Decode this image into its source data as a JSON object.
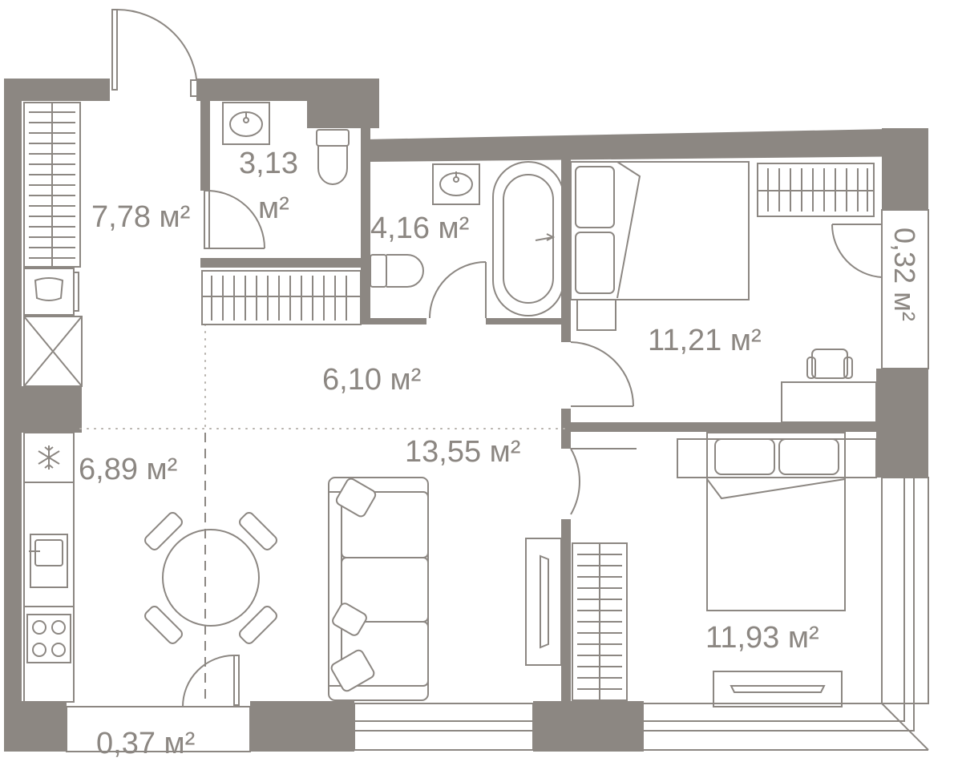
{
  "plan": {
    "wall_color": "#8c8782",
    "line_color": "#8c8782",
    "rooms": [
      {
        "id": "hall",
        "area": "7,78 м²"
      },
      {
        "id": "wc",
        "area": "3,13"
      },
      {
        "id": "wc-unit",
        "area": "м²"
      },
      {
        "id": "bath",
        "area": "4,16 м²"
      },
      {
        "id": "bedroom-small",
        "area": "11,21 м²"
      },
      {
        "id": "loggia-right",
        "area": "0,32 м²"
      },
      {
        "id": "corridor",
        "area": "6,10 м²"
      },
      {
        "id": "living",
        "area": "13,55 м²"
      },
      {
        "id": "kitchen",
        "area": "6,89 м²"
      },
      {
        "id": "bedroom-large",
        "area": "11,93 м²"
      },
      {
        "id": "balcony",
        "area": "0,37 м²"
      }
    ],
    "icons": [
      "snowflake-icon",
      "sink-icon",
      "cooktop-icon",
      "toilet-icon",
      "bathtub-icon",
      "bed-icon",
      "sofa-icon",
      "dining-table-icon",
      "wardrobe-icon",
      "chair-icon",
      "tv-icon",
      "door-swing-icon"
    ]
  }
}
